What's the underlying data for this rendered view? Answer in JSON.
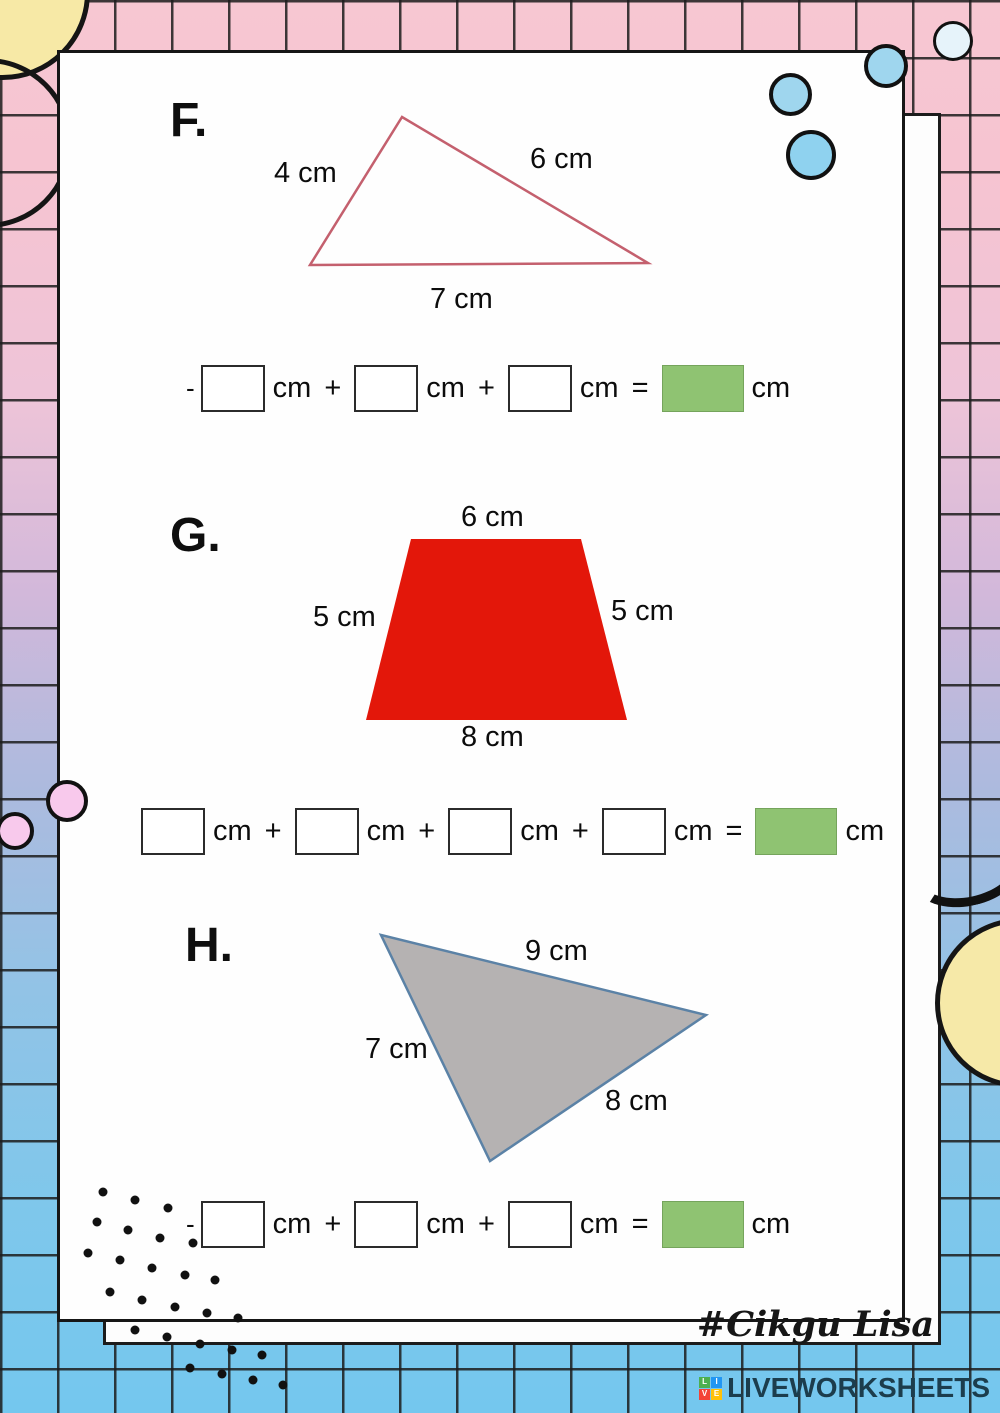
{
  "labels": {
    "cm": "cm",
    "plus": "+",
    "equals": "=",
    "dash": "-"
  },
  "sections": {
    "f": {
      "title": "F.",
      "shape": "triangle",
      "side_left": "4 cm",
      "side_right": "6 cm",
      "side_bottom": "7 cm"
    },
    "g": {
      "title": "G.",
      "shape": "trapezium",
      "side_top": "6 cm",
      "side_left": "5 cm",
      "side_right": "5 cm",
      "side_bottom": "8 cm"
    },
    "h": {
      "title": "H.",
      "shape": "triangle",
      "side_top": "9 cm",
      "side_left": "7 cm",
      "side_right": "8 cm"
    }
  },
  "footer": {
    "signature": "#Cikgu Lisa",
    "brand": "LIVEWORKSHEETS",
    "logo_letters": [
      "L",
      "I",
      "V",
      "E"
    ]
  },
  "colors": {
    "triangle_f_stroke": "#c4606e",
    "trapezoid_fill": "#e3170a",
    "triangle_h_fill": "#b5b2b2",
    "triangle_h_stroke": "#5b82a6",
    "answer_box_green": "#8fc372"
  }
}
